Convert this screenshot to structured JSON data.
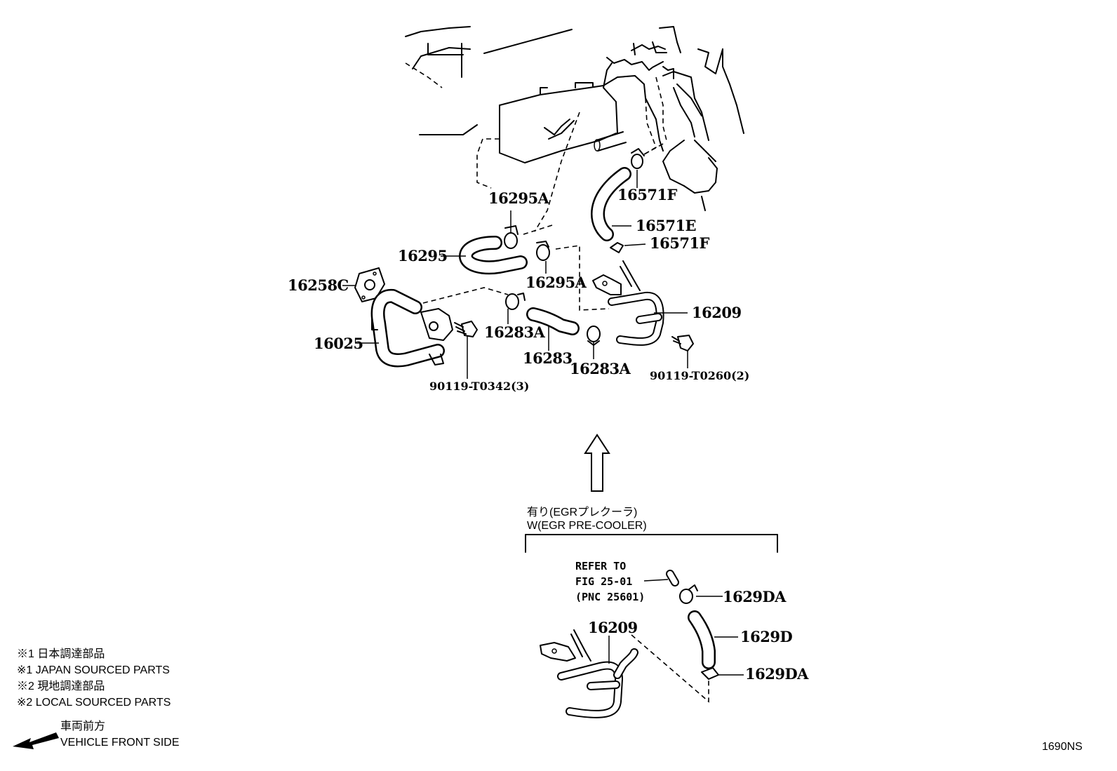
{
  "parts": {
    "p16295A_top": "16295A",
    "p16295": "16295",
    "p16295A_bottom": "16295A",
    "p16258C": "16258C",
    "p16025": "16025",
    "p16283A_left": "16283A",
    "p16283": "16283",
    "p16283A_right": "16283A",
    "p16571F_top": "16571F",
    "p16571E": "16571E",
    "p16571F_bottom": "16571F",
    "p16209_top": "16209",
    "bolt_left": "90119-T0342(3)",
    "bolt_right": "90119-T0260(2)",
    "p16209_bottom": "16209",
    "p1629DA_top": "1629DA",
    "p1629D": "1629D",
    "p1629DA_bottom": "1629DA"
  },
  "reference": {
    "line1": "REFER TO",
    "line2": "FIG 25-01",
    "line3": "(PNC 25601)"
  },
  "condition": {
    "jp": "有り(EGRプレクーラ)",
    "en": "W(EGR PRE-COOLER)"
  },
  "legend": {
    "jp1": "※1 日本調達部品",
    "en1": "※1 JAPAN SOURCED PARTS",
    "jp2": "※2 現地調達部品",
    "en2": "※2 LOCAL SOURCED PARTS"
  },
  "direction": {
    "jp": "車両前方",
    "en": "VEHICLE FRONT SIDE"
  },
  "figure_code": "1690NS"
}
